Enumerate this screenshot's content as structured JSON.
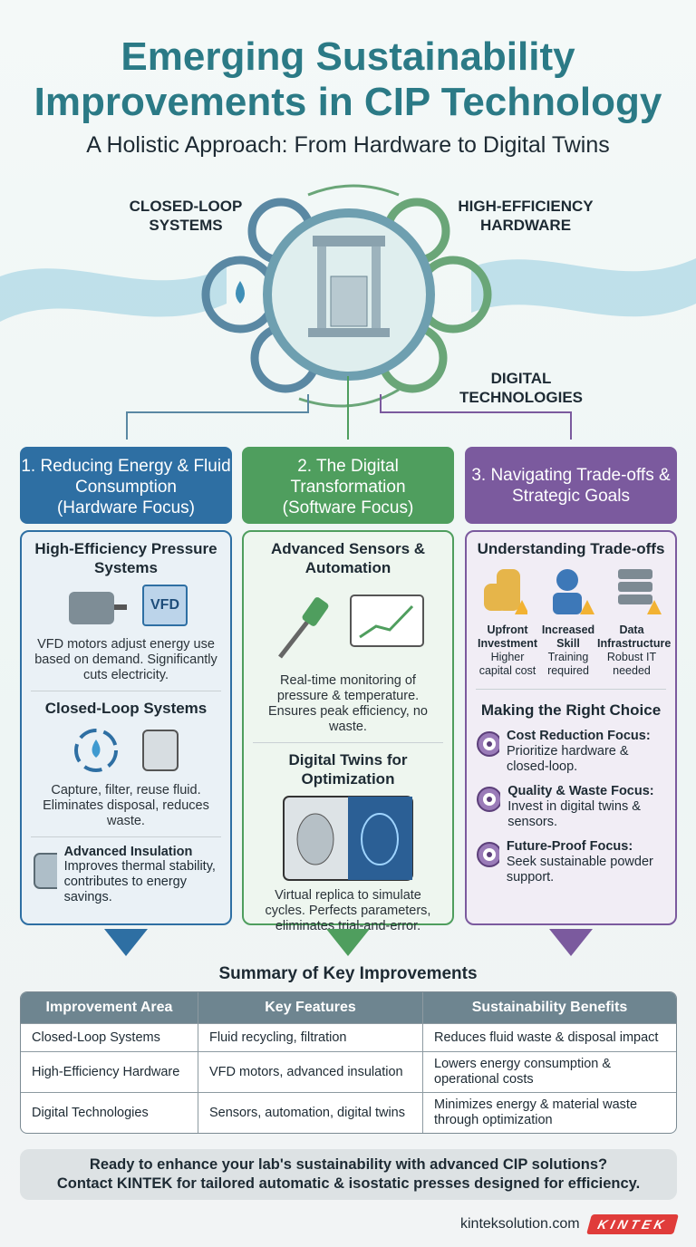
{
  "header": {
    "title_line1": "Emerging Sustainability",
    "title_line2": "Improvements in CIP Technology",
    "subtitle": "A Holistic Approach: From Hardware to Digital Twins"
  },
  "hero": {
    "labels": {
      "closed_loop": "CLOSED-LOOP SYSTEMS",
      "hardware": "HIGH-EFFICIENCY HARDWARE",
      "digital": "DIGITAL TECHNOLOGIES"
    }
  },
  "columns": [
    {
      "title": "1. Reducing Energy & Fluid Consumption",
      "focus": "(Hardware Focus)",
      "color": "#2e6fa3",
      "sections": [
        {
          "heading": "High-Efficiency Pressure Systems",
          "icon_label": "VFD",
          "text": "VFD motors adjust energy use based on demand. Significantly cuts electricity."
        },
        {
          "heading": "Closed-Loop Systems",
          "text": "Capture, filter, reuse fluid. Eliminates disposal, reduces waste."
        },
        {
          "heading": "Advanced Insulation",
          "text": "Improves thermal stability, contributes to energy savings."
        }
      ]
    },
    {
      "title": "2. The Digital Transformation",
      "focus": "(Software Focus)",
      "color": "#4f9e5e",
      "sections": [
        {
          "heading": "Advanced Sensors & Automation",
          "text": "Real-time monitoring of pressure & temperature. Ensures peak efficiency, no waste."
        },
        {
          "heading": "Digital Twins for Optimization",
          "text": "Virtual replica to simulate cycles. Perfects parameters, eliminates trial-and-error."
        }
      ]
    },
    {
      "title": "3. Navigating Trade-offs & Strategic Goals",
      "color": "#7b5a9e",
      "tradeoffs_heading": "Understanding Trade-offs",
      "tradeoffs": [
        {
          "title": "Upfront Investment",
          "text": "Higher capital cost"
        },
        {
          "title": "Increased Skill",
          "text": "Training required"
        },
        {
          "title": "Data Infrastructure",
          "text": "Robust IT needed"
        }
      ],
      "choice_heading": "Making the Right Choice",
      "choices": [
        {
          "title": "Cost Reduction Focus:",
          "text": "Prioritize hardware & closed-loop."
        },
        {
          "title": "Quality & Waste Focus:",
          "text": "Invest in digital twins & sensors."
        },
        {
          "title": "Future-Proof Focus:",
          "text": "Seek sustainable powder support."
        }
      ]
    }
  ],
  "summary": {
    "title": "Summary of Key Improvements",
    "headers": [
      "Improvement Area",
      "Key Features",
      "Sustainability Benefits"
    ],
    "rows": [
      [
        "Closed-Loop Systems",
        "Fluid recycling, filtration",
        "Reduces fluid waste & disposal impact"
      ],
      [
        "High-Efficiency Hardware",
        "VFD motors, advanced insulation",
        "Lowers energy consumption & operational costs"
      ],
      [
        "Digital Technologies",
        "Sensors, automation, digital twins",
        "Minimizes energy & material waste through optimization"
      ]
    ]
  },
  "cta": {
    "line1": "Ready to enhance your lab's sustainability with advanced CIP solutions?",
    "line2": "Contact KINTEK for tailored automatic & isostatic presses designed for efficiency."
  },
  "footer": {
    "site": "kinteksolution.com",
    "logo": "KINTEK"
  }
}
